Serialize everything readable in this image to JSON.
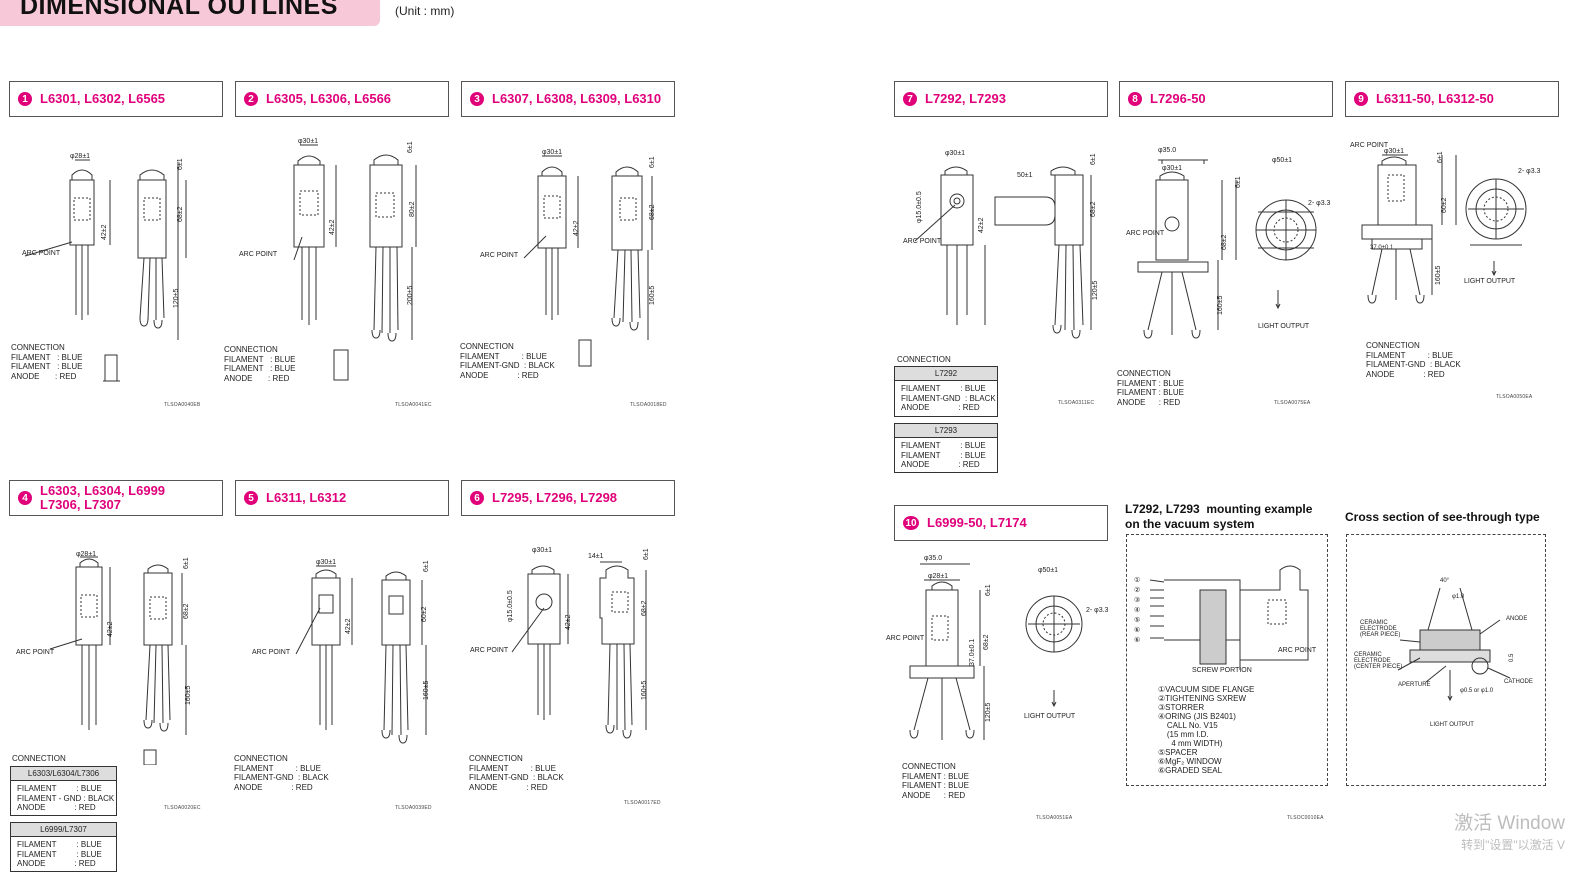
{
  "page": {
    "title": "DIMENSIONAL OUTLINES",
    "unit": "(Unit : mm)"
  },
  "panels": [
    {
      "num": "1",
      "label": "L6301, L6302, L6565",
      "code": "TLSOA0040EB"
    },
    {
      "num": "2",
      "label": "L6305, L6306, L6566",
      "code": "TLSOA0041EC"
    },
    {
      "num": "3",
      "label": "L6307, L6308, L6309, L6310",
      "code": "TLSOA0018ED"
    },
    {
      "num": "4",
      "label": "L6303, L6304, L6999\nL7306, L7307",
      "code": "TLSOA0020EC"
    },
    {
      "num": "5",
      "label": "L6311, L6312",
      "code": "TLSOA0039ED"
    },
    {
      "num": "6",
      "label": "L7295, L7296, L7298",
      "code": "TLSOA0017ED"
    },
    {
      "num": "7",
      "label": "L7292, L7293",
      "code": "TLSOA0311EC"
    },
    {
      "num": "8",
      "label": "L7296-50",
      "code": "TLSOA0075EA"
    },
    {
      "num": "9",
      "label": "L6311-50, L6312-50",
      "code": "TLSOA0050EA"
    },
    {
      "num": "10",
      "label": "L6999-50, L7174",
      "code": "TLSOA0051EA"
    }
  ],
  "connections": {
    "c1": "CONNECTION\nFILAMENT   : BLUE\nFILAMENT   : BLUE\nANODE       : RED",
    "c2": "CONNECTION\nFILAMENT   : BLUE\nFILAMENT   : BLUE\nANODE       : RED",
    "c3": "CONNECTION\nFILAMENT          : BLUE\nFILAMENT-GND  : BLACK\nANODE             : RED",
    "c5": "CONNECTION\nFILAMENT          : BLUE\nFILAMENT-GND  : BLACK\nANODE             : RED",
    "c6": "CONNECTION\nFILAMENT          : BLUE\nFILAMENT-GND  : BLACK\nANODE             : RED",
    "c8": "CONNECTION\nFILAMENT : BLUE\nFILAMENT : BLUE\nANODE      : RED",
    "c9": "CONNECTION\nFILAMENT          : BLUE\nFILAMENT-GND  : BLACK\nANODE             : RED",
    "c10": "CONNECTION\nFILAMENT : BLUE\nFILAMENT : BLUE\nANODE      : RED",
    "c7_label": "CONNECTION",
    "c4_label": "CONNECTION"
  },
  "tables": {
    "t7a_head": "L7292",
    "t7a_rows": "FILAMENT         : BLUE\nFILAMENT-GND  : BLACK\nANODE             : RED",
    "t7b_head": "L7293",
    "t7b_rows": "FILAMENT         : BLUE\nFILAMENT         : BLUE\nANODE             : RED",
    "t4a_head": "L6303/L6304/L7306",
    "t4a_rows": "FILAMENT         : BLUE\nFILAMENT - GND : BLACK\nANODE             : RED",
    "t4b_head": "L6999/L7307",
    "t4b_rows": "FILAMENT         : BLUE\nFILAMENT         : BLUE\nANODE             : RED"
  },
  "labels": {
    "arc_point": "ARC POINT",
    "light_output": "LIGHT OUTPUT",
    "screw_portion": "SCREW PORTION",
    "d28": "φ28±1",
    "d30": "φ30±1",
    "h42": "42±2",
    "h68": "68±2",
    "h80": "80±2",
    "h60": "60±2",
    "l120": "120±5",
    "l200": "200±5",
    "l160": "160±5",
    "top6": "6±1",
    "d15": "φ15.0±0.5",
    "w50": "50±1",
    "w14": "14±1",
    "d35": "φ35.0",
    "d50": "φ50±1",
    "d33": "2- φ3.3",
    "d37": "37.0±0.1"
  },
  "mounting": {
    "title": "L7292, L7293  mounting example\non the vacuum system",
    "legend": "①VACUUM SIDE FLANGE\n②TIGHTENING SXREW\n③STORRER\n④ORING (JIS B2401)\n    CALL No. V15\n    (15 mm I.D.\n      4 mm WIDTH)\n⑤SPACER\n⑥MgF₂ WINDOW\n⑥GRADED SEAL",
    "code": "TLSOC0010EA"
  },
  "cross_section": {
    "title": "Cross section of see-through type",
    "ceramic_rear": "CERAMIC\nELECTRODE\n(REAR PIECE)",
    "ceramic_center": "CERAMIC\nELECTRODE\n(CENTER PIECE)",
    "aperture": "APERTURE",
    "anode": "ANODE",
    "cathode": "CATHODE",
    "light_output": "LIGHT OUTPUT",
    "angle": "40°",
    "d10": "φ1.0",
    "d05": "φ0.5 or φ1.0",
    "dim05": "0.5"
  },
  "watermark": {
    "line1": "激活 Window",
    "line2": "转到\"设置\"以激活 V"
  }
}
